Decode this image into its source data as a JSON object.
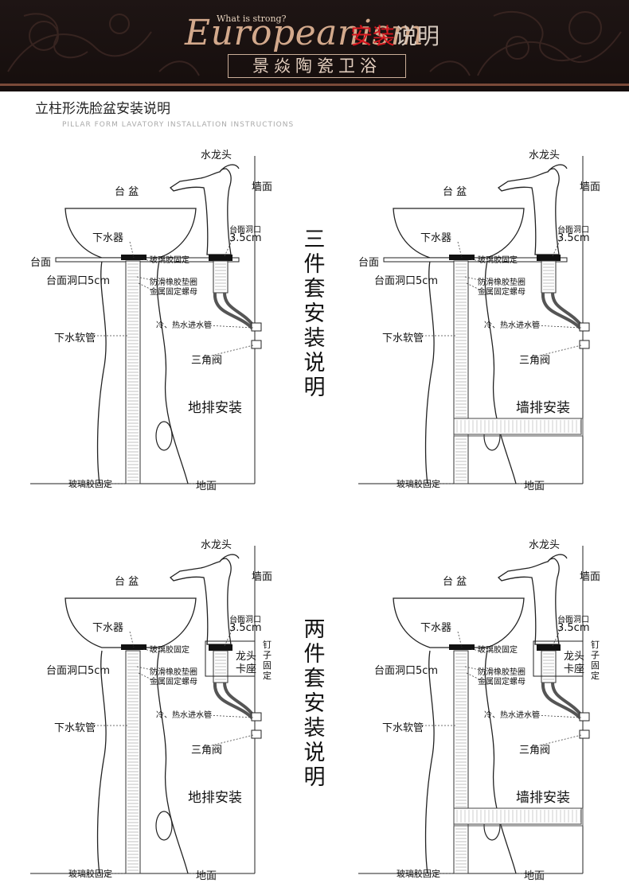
{
  "header": {
    "tagline": "What is strong?",
    "brand": "Europeanism",
    "brand_cn_red": "安装",
    "brand_cn_white": "说明",
    "company": "景焱陶瓷卫浴"
  },
  "page_title": "立柱形洗脸盆安装说明",
  "page_subtitle": "PILLAR FORM LAVATORY INSTALLATION INSTRUCTIONS",
  "section_titles": {
    "three_piece": "三件套安装说明",
    "two_piece": "两件套安装说明"
  },
  "labels": {
    "faucet": "水龙头",
    "basin": "台 盆",
    "wall": "墙面",
    "drain": "下水器",
    "countertop": "台面",
    "counter_hole_5": "台面洞口5cm",
    "glass_glue": "玻璃胶固定",
    "faucet_hole": "台面洞口",
    "faucet_hole_size": "3.5cm",
    "rubber_gasket": "防滑橡胶垫圈",
    "metal_nut": "金属固定螺母",
    "water_pipe": "冷、热水进水管",
    "drain_hose": "下水软管",
    "angle_valve": "三角阀",
    "floor_drain_install": "地排安装",
    "wall_drain_install": "墙排安装",
    "floor": "地面",
    "glass_glue_bottom": "玻璃胶固定",
    "faucet_seat": "龙头卡座",
    "nail_fix": "钉子固定"
  }
}
